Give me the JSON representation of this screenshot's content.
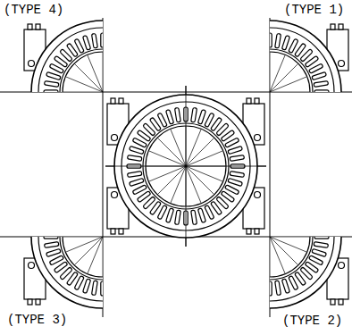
{
  "diagram": {
    "labels": [
      "(TYPE 4)",
      "(TYPE 1)",
      "(TYPE 3)",
      "(TYPE 2)"
    ]
  }
}
